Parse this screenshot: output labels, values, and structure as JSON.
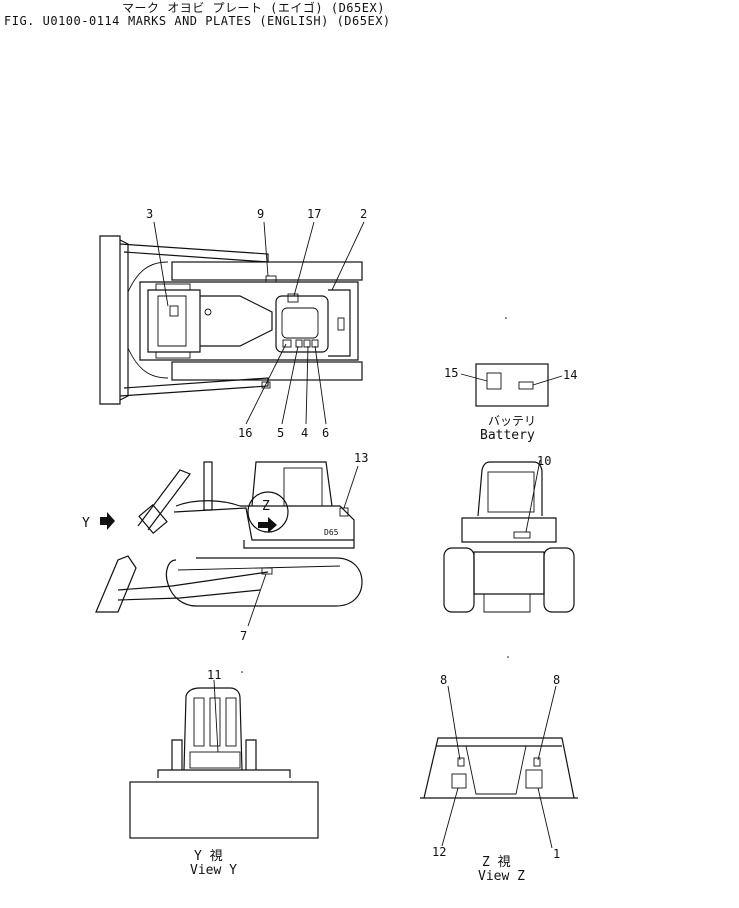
{
  "header": {
    "title_jp": "マーク オヨビ プレート (エイゴ) (D65EX)",
    "fig_id": "FIG. U0100-0114",
    "title_en": "MARKS AND PLATES (ENGLISH) (D65EX)"
  },
  "top_view": {
    "callouts": [
      "3",
      "9",
      "17",
      "2",
      "16",
      "5",
      "4",
      "6"
    ]
  },
  "battery": {
    "callouts": [
      "15",
      "14"
    ],
    "label_jp": "バッテリ",
    "label_en": "Battery"
  },
  "side_view": {
    "callouts": [
      "13",
      "7"
    ],
    "view_y_marker": "Y",
    "view_z_marker": "Z",
    "model_plate": "D65"
  },
  "rear_view": {
    "callouts": [
      "10"
    ]
  },
  "view_y": {
    "callouts": [
      "11"
    ],
    "caption_jp": "Y 視",
    "caption_en": "View Y"
  },
  "view_z": {
    "callouts": [
      "8",
      "8",
      "12",
      "1"
    ],
    "caption_jp": "Z 視",
    "caption_en": "View Z"
  }
}
